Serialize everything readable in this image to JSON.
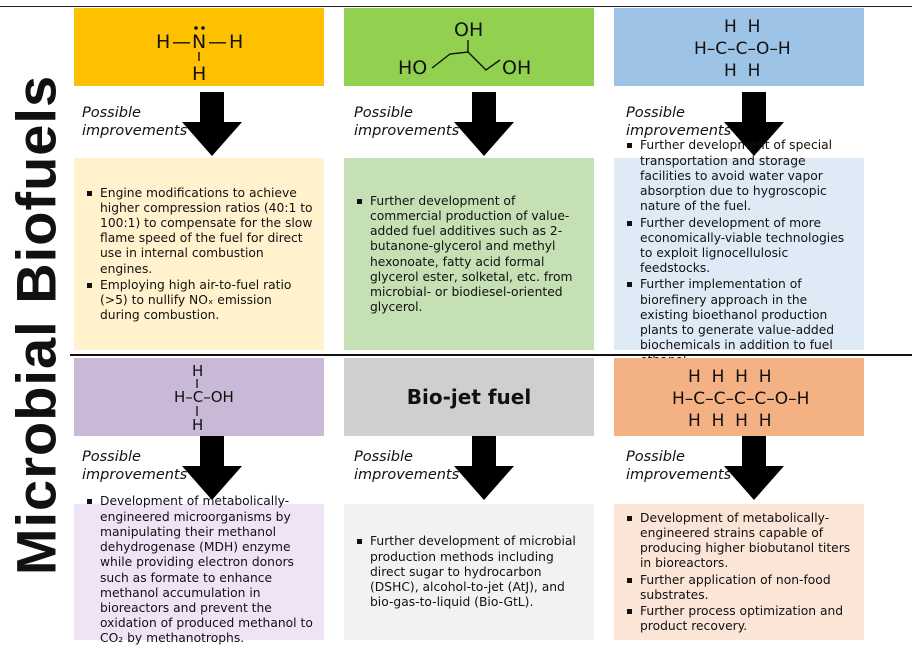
{
  "side_title": "Microbial Biofuels",
  "improvement_label_line1": "Possible",
  "improvement_label_line2": "improvements",
  "colors": {
    "ammonia_header": "#ffc000",
    "ammonia_panel": "#fff2cc",
    "glycerol_header": "#92d050",
    "glycerol_panel": "#c5e0b4",
    "ethanol_header": "#9dc3e6",
    "ethanol_panel": "#deebf7",
    "methanol_header": "#c9b8d6",
    "methanol_panel": "#efe4f5",
    "biojet_header": "#d0cece",
    "biojet_panel": "#f2f2f2",
    "butanol_header": "#f4b183",
    "butanol_panel": "#fbe5d6"
  },
  "cells": {
    "ammonia": {
      "molecule": {
        "h_left": "H",
        "dash_left": "—",
        "n": "N",
        "dash_right": "—",
        "h_right": "H",
        "h_bottom": "H"
      },
      "bullets": [
        "Engine modifications to achieve higher compression ratios  (40:1 to 100:1) to compensate for the slow flame speed of the fuel for direct use in internal combustion engines.",
        "Employing high air-to-fuel ratio (>5) to nullify NOₓ emission during combustion."
      ]
    },
    "glycerol": {
      "molecule": {
        "oh_top": "OH",
        "ho_left": "HO",
        "oh_right": "OH"
      },
      "bullets": [
        "Further development of commercial production of value-added fuel additives such as 2-butanone-glycerol and methyl hexonoate, fatty acid formal glycerol ester, solketal, etc. from microbial- or biodiesel-oriented glycerol."
      ]
    },
    "ethanol": {
      "molecule": {
        "row_top": "H  H",
        "row_mid": "H–C–C–O–H",
        "row_bottom": "H  H"
      },
      "bullets": [
        "Further development of special transportation and storage facilities to avoid water vapor absorption due to hygroscopic nature of the fuel.",
        "Further development of more economically-viable technologies to exploit lignocellulosic  feedstocks.",
        "Further implementation of biorefinery approach in the existing bioethanol production plants to generate value-added biochemicals in addition to fuel ethanol."
      ]
    },
    "methanol": {
      "molecule": {
        "h_top": "H",
        "row_mid": "H–C–OH",
        "h_bottom": "H"
      },
      "bullets": [
        "Development of metabolically-engineered microorganisms by manipulating their methanol dehydrogenase (MDH) enzyme while providing electron donors such as formate to enhance methanol accumulation in bioreactors and prevent the oxidation of produced methanol to CO₂ by methanotrophs."
      ]
    },
    "biojet": {
      "header_text": "Bio-jet fuel",
      "bullets": [
        "Further development of microbial production methods including direct sugar to hydrocarbon (DSHC), alcohol-to-jet (AtJ), and bio-gas-to-liquid (Bio-GtL)."
      ]
    },
    "butanol": {
      "molecule": {
        "row_top": "H  H  H  H",
        "row_mid": "H–C–C–C–C–O–H",
        "row_bottom": "H  H  H  H"
      },
      "bullets": [
        "Development of metabolically-engineered strains capable of producing higher biobutanol titers in bioreactors.",
        "Further application of non-food substrates.",
        "Further process optimization and product recovery."
      ]
    }
  }
}
